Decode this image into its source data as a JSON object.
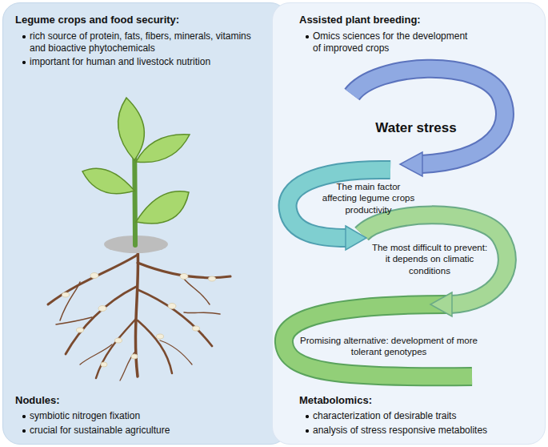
{
  "diagram": {
    "nodes": [
      {
        "text": [
          "Legume crops and food security:",
          "rich source of protein, fats, fibers, minerals, vitamins and bioactive phytochemicals",
          "important for human and livestock nutrition",
          "Nodules:",
          "symbiotic nitrogen fixation",
          "crucial for sustainable agriculture"
        ]
      },
      {
        "text": [
          "Assisted plant breeding:",
          "Omics sciences for the development of improved crops",
          "Metabolomics:",
          "characterization of desirable traits",
          "analysis of stress responsive metabolites"
        ]
      }
    ],
    "labels": [
      "Water stress",
      "The main factor affecting legume crops productivity",
      "The most difficult to prevent: it depends on climatic conditions",
      "Promising alternative: development of more tolerant genotypes"
    ]
  }
}
